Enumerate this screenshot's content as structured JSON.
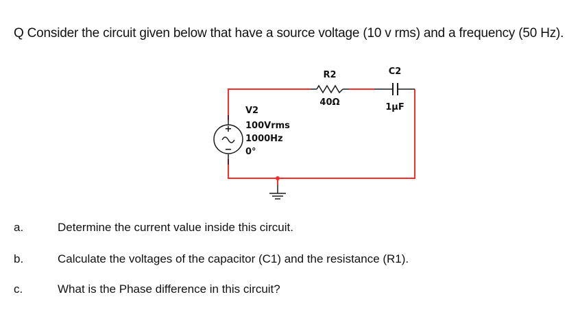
{
  "question": {
    "title": "Q Consider the circuit given below that have a source voltage (10 v rms) and a frequency (50 Hz)."
  },
  "circuit": {
    "source": {
      "name": "V2",
      "voltage": "100Vrms",
      "frequency": "1000Hz",
      "phase": "0°",
      "plus": "+",
      "minus": "−",
      "symbol": "∼"
    },
    "resistor": {
      "name": "R2",
      "value": "40Ω"
    },
    "capacitor": {
      "name": "C2",
      "value": "1µF"
    },
    "colors": {
      "wire": "#ff2a2a",
      "component": "#1a1a1a"
    }
  },
  "parts": [
    {
      "letter": "a.",
      "text": "Determine the current value inside this circuit."
    },
    {
      "letter": "b.",
      "text": "Calculate the voltages of the capacitor (C1) and the resistance (R1)."
    },
    {
      "letter": "c.",
      "text": "What is the Phase difference in this circuit?"
    }
  ]
}
